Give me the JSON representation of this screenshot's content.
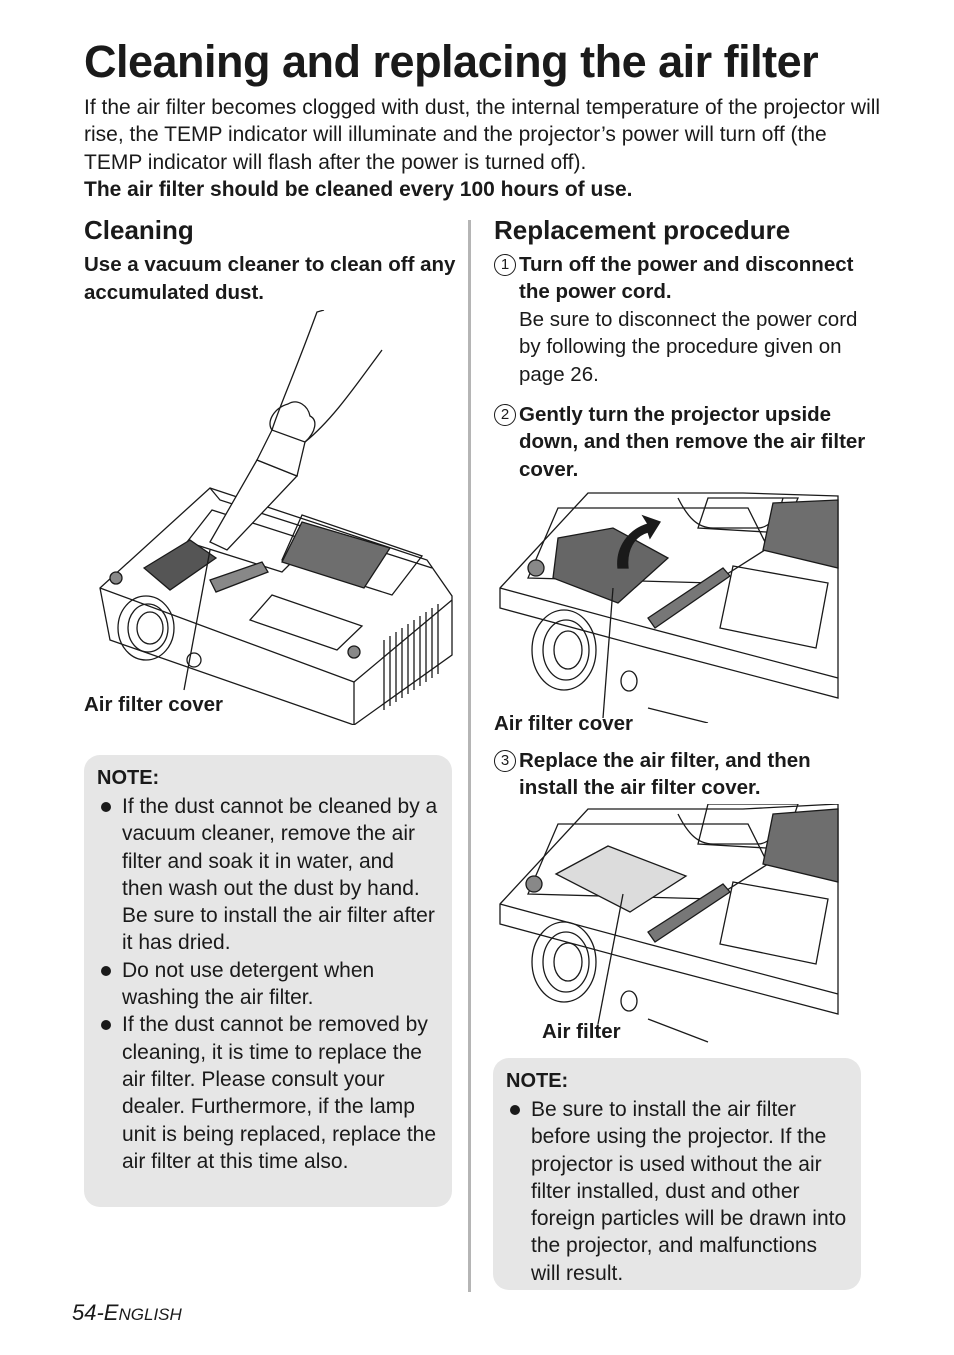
{
  "title": "Cleaning and replacing the air filter",
  "intro": {
    "text": "If the air filter becomes clogged with dust, the internal temperature of the projector will rise, the TEMP indicator will illuminate and the projector’s power will turn off (the TEMP indicator will flash after the power is turned off).",
    "bold": "The air filter should be cleaned every 100 hours of use."
  },
  "cleaning": {
    "heading": "Cleaning",
    "lead": "Use a vacuum cleaner to clean off any accumulated dust.",
    "caption": "Air filter cover",
    "note": {
      "heading": "NOTE:",
      "items": [
        "If the dust cannot be cleaned by a vacuum cleaner, remove the air filter and soak it in water, and then wash out the dust by hand. Be sure to install the air filter after it has dried.",
        "Do not use detergent when washing the air filter.",
        "If the dust cannot be removed by cleaning, it is time to replace the air filter. Please consult your dealer. Furthermore, if the lamp unit is being replaced, replace the air filter at this time also."
      ]
    }
  },
  "replacement": {
    "heading": "Replacement procedure",
    "steps": [
      {
        "num": "1",
        "bold": "Turn off the power and disconnect the power cord.",
        "text": "Be sure to disconnect the power cord by following the procedure given on page 26."
      },
      {
        "num": "2",
        "bold": "Gently turn the projector upside down, and then remove the air filter cover.",
        "text": ""
      },
      {
        "num": "3",
        "bold": "Replace the air filter, and then install the air filter cover.",
        "text": ""
      }
    ],
    "caption_cover": "Air filter cover",
    "caption_filter": "Air filter",
    "note": {
      "heading": "NOTE:",
      "items": [
        "Be sure to install the air filter before using the projector. If the projector is used without the air filter installed, dust and other foreign particles will be drawn into the projector, and malfunctions will result."
      ]
    }
  },
  "footer": {
    "page": "54-",
    "lang_initial": "E",
    "lang_rest": "NGLISH"
  }
}
